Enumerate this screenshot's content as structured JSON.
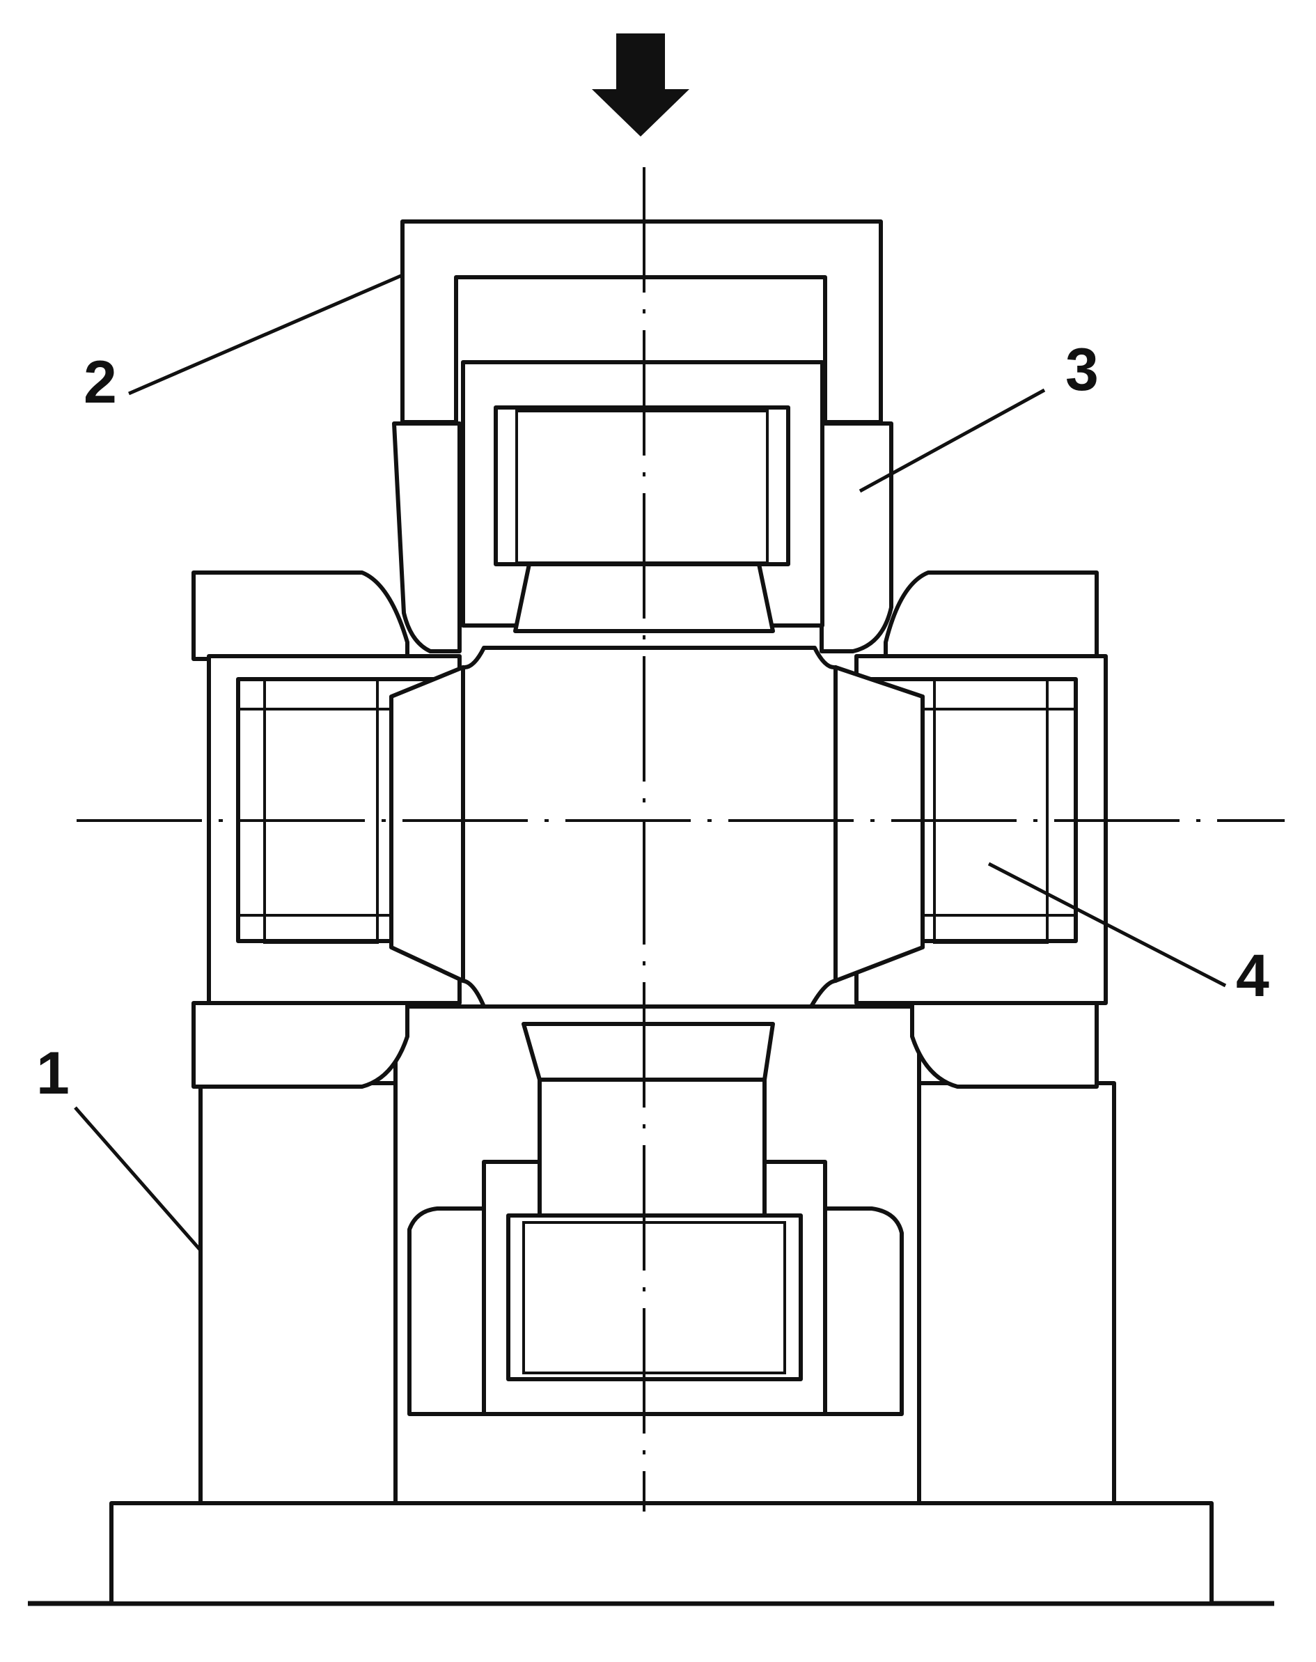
{
  "colors": {
    "ink": "#111111",
    "paper": "#ffffff"
  },
  "labels": [
    {
      "id": "1",
      "text": "1"
    },
    {
      "id": "2",
      "text": "2"
    },
    {
      "id": "3",
      "text": "3"
    },
    {
      "id": "4",
      "text": "4"
    }
  ],
  "icons": {
    "load_arrow": "down-arrow-icon"
  }
}
